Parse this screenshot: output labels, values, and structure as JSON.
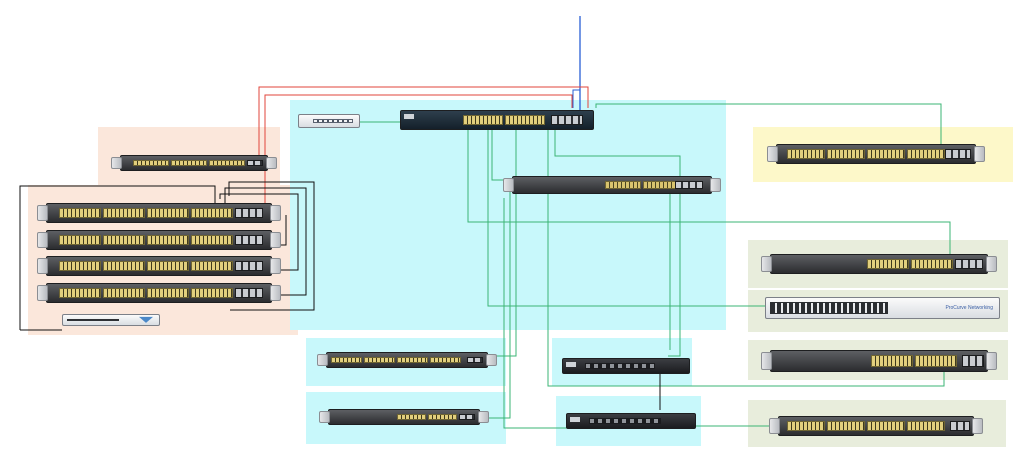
{
  "diagram": {
    "title": "",
    "zone_colors": {
      "core": "#c8f8fb",
      "peach": "#fbe7db",
      "yellow": "#fdf8c9",
      "sage": "#e8eddc"
    },
    "link_colors": {
      "uplink": "#2a5fd6",
      "trunk_red": "#e2453b",
      "access_green": "#3bb574",
      "stack_black": "#111111"
    },
    "devices": [
      {
        "id": "core-switch",
        "kind": "core-chassis",
        "label": ""
      },
      {
        "id": "patch-panel",
        "kind": "patch-panel",
        "label": ""
      },
      {
        "id": "distribution-switch",
        "kind": "48-port-switch",
        "label": ""
      },
      {
        "id": "peach-top-switch",
        "kind": "48-port-switch",
        "label": ""
      },
      {
        "id": "stack-switch-1",
        "kind": "48-port-switch",
        "label": ""
      },
      {
        "id": "stack-switch-2",
        "kind": "48-port-switch",
        "label": ""
      },
      {
        "id": "stack-switch-3",
        "kind": "48-port-switch",
        "label": ""
      },
      {
        "id": "stack-switch-4",
        "kind": "48-port-switch",
        "label": ""
      },
      {
        "id": "small-appliance",
        "kind": "appliance",
        "label": ""
      },
      {
        "id": "yellow-switch",
        "kind": "48-port-switch",
        "label": ""
      },
      {
        "id": "sage-switch-1",
        "kind": "24-port-switch",
        "label": ""
      },
      {
        "id": "sage-procurve-switch",
        "kind": "procurve",
        "label": "ProCurve Networking"
      },
      {
        "id": "sage-switch-3",
        "kind": "24-port-switch",
        "label": ""
      },
      {
        "id": "sage-switch-4",
        "kind": "48-port-switch",
        "label": ""
      },
      {
        "id": "bottom-cyan-switch-1",
        "kind": "48-port-switch",
        "label": ""
      },
      {
        "id": "bottom-cyan-switch-2",
        "kind": "24-port-switch",
        "label": ""
      },
      {
        "id": "router-1",
        "kind": "router",
        "label": ""
      },
      {
        "id": "router-2",
        "kind": "router",
        "label": ""
      }
    ]
  }
}
